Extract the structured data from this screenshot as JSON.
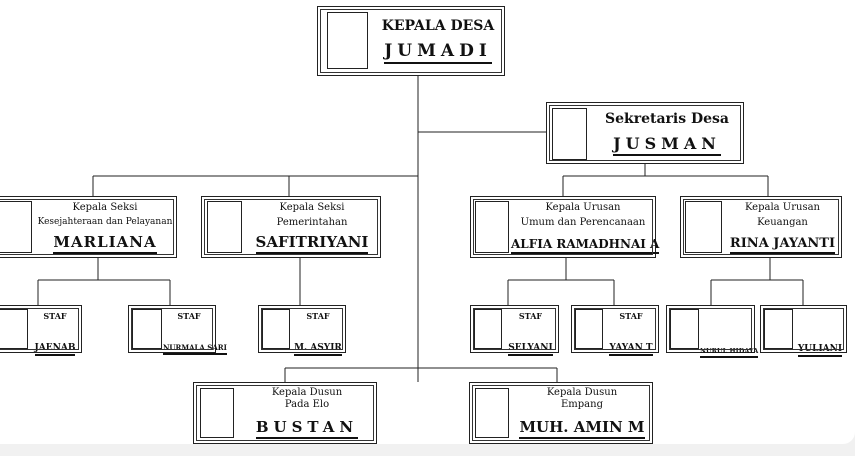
{
  "nodes": {
    "kepala_desa": {
      "role": "KEPALA DESA",
      "name": "JUMADI"
    },
    "sekretaris": {
      "role": "Sekretaris Desa",
      "name": "JUSMAN"
    },
    "kasi_kesejahteraan": {
      "role1": "Kepala Seksi",
      "role2": "Kesejahteraan dan Pelayanan",
      "name": "MARLIANA"
    },
    "kasi_pemerintahan": {
      "role1": "Kepala Seksi",
      "role2": "Pemerintahan",
      "name": "SAFITRIYANI"
    },
    "kaur_umum": {
      "role1": "Kepala Urusan",
      "role2": "Umum dan Perencanaan",
      "name": "ALFIA RAMADHNAI A"
    },
    "kaur_keuangan": {
      "role1": "Kepala Urusan",
      "role2": "Keuangan",
      "name": "RINA JAYANTI"
    },
    "staf_jaenab": {
      "role": "STAF",
      "name": "JAENAB"
    },
    "staf_nurmala": {
      "role": "STAF",
      "name": "NURMALA SARI"
    },
    "staf_asyir": {
      "role": "STAF",
      "name": "M. ASYIR"
    },
    "staf_selyani": {
      "role": "STAF",
      "name": "SELYANI"
    },
    "staf_yayan": {
      "role": "STAF",
      "name": "YAYAN T"
    },
    "staf_nurul": {
      "name": "NURUL HIDAYA"
    },
    "staf_yuliani": {
      "name": "YULIANI"
    },
    "kadus_pada_elo": {
      "role1": "Kepala Dusun",
      "role2": "Pada Elo",
      "name": "BUSTAN"
    },
    "kadus_empang": {
      "role1": "Kepala Dusun",
      "role2": "Empang",
      "name": "MUH. AMIN M"
    }
  }
}
